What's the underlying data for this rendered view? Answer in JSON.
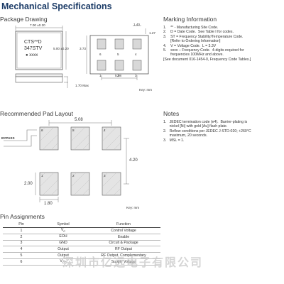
{
  "page_title": "Mechanical Specifications",
  "sections": {
    "package_drawing": "Package Drawing",
    "marking_information": "Marking Information",
    "pad_layout": "Recommended Pad Layout",
    "notes": "Notes",
    "pin_assignments": "Pin Assignments"
  },
  "package": {
    "dim_width": "7.00 ±0.20",
    "dim_height": "5.00 ±0.20",
    "dim_thickness": "1.70 Max",
    "dim_depth": "3.73",
    "dim_pad_w": "1.40",
    "dim_pad_h": "1.27",
    "dim_pitch": "5.08",
    "key_label": "Key: mm",
    "marking_line1": "CTS**D",
    "marking_line2": "347STV",
    "marking_line3": "xxxx",
    "pad_numbers_top": [
      "6",
      "5",
      "4"
    ],
    "pad_numbers_bottom": [
      "1",
      "2",
      "3"
    ]
  },
  "marking_info": [
    "1.    ** - Manufacturing Site Code.",
    "2.    D = Date Code.  See Table I for codes.",
    "3.    ST = Frequency Stability/Temperature Code.",
    "       [Refer to Ordering Information]",
    "4.    V = Voltage Code.  L = 3.3V",
    "5.    xxxx – Frequency Code.  4-digits required for",
    "       frequencies 100MHz and above.",
    "[See document 016-1454-0, Frequency Code Tables.]"
  ],
  "pad_layout": {
    "dim_pitch": "5.08",
    "dim_row": "4.20",
    "dim_pad_h": "2.00",
    "dim_pad_w": "1.80",
    "bypass_label": "BYPASS",
    "key_label": "Key: mm",
    "pads_top": [
      "6",
      "5",
      "4"
    ],
    "pads_bottom": [
      "1",
      "2",
      "3"
    ]
  },
  "notes": [
    "1.   JEDEC termination code (e4).  Barrier-plating is",
    "      nickel [Ni] with gold [Au] flash plate.",
    "2.   Reflow conditions per JEDEC J-STD-020; +260°C",
    "      maximum, 20 seconds.",
    "3.   MSL = 1."
  ],
  "pins": {
    "headers": [
      "Pin",
      "Symbol",
      "Function"
    ],
    "rows": [
      {
        "pin": "1",
        "symbol": "V",
        "sub": "C",
        "function": "Control Voltage"
      },
      {
        "pin": "2",
        "symbol": "EOH",
        "sub": "",
        "function": "Enable"
      },
      {
        "pin": "3",
        "symbol": "GND",
        "sub": "",
        "function": "Circuit & Package"
      },
      {
        "pin": "4",
        "symbol": "Output",
        "sub": "",
        "function": "RF Output"
      },
      {
        "pin": "5",
        "symbol": "Output",
        "sub": "",
        "function": "RF Output, Complementary"
      },
      {
        "pin": "6",
        "symbol": "V",
        "sub": "CC",
        "function": "Supply Voltage"
      }
    ]
  },
  "watermark": "深圳市亿远电子有限公司",
  "colors": {
    "title": "#1a3a66",
    "outline": "#555555",
    "pad_fill": "#d8d8d8"
  }
}
